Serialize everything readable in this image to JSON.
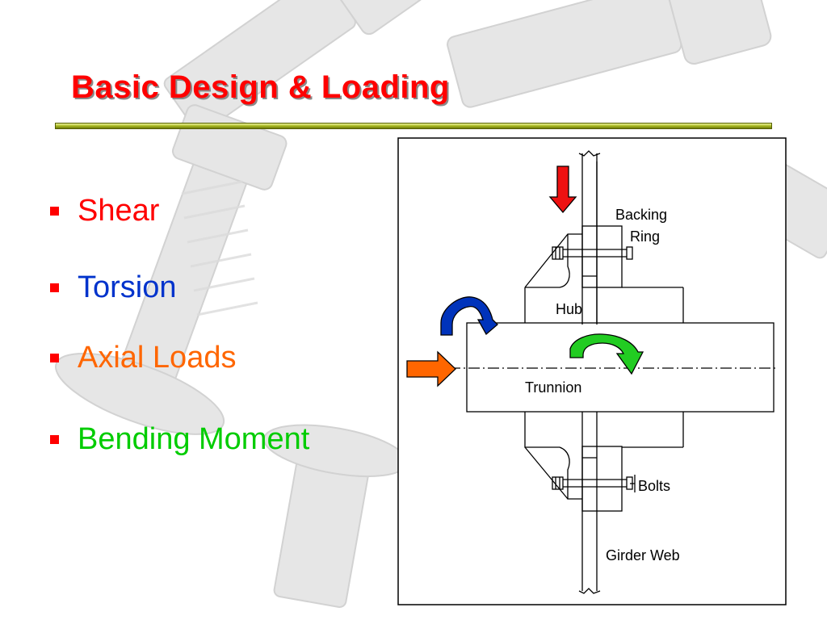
{
  "slide": {
    "title": "Basic Design & Loading"
  },
  "bullets": [
    {
      "text": "Shear",
      "color": "#ff0000"
    },
    {
      "text": "Torsion",
      "color": "#0033cc"
    },
    {
      "text": "Axial Loads",
      "color": "#ff6600"
    },
    {
      "text": "Bending Moment",
      "color": "#00cc00"
    }
  ],
  "diagram": {
    "labels": {
      "backing_ring_line1": "Backing",
      "backing_ring_line2": "Ring",
      "hub": "Hub",
      "trunnion": "Trunnion",
      "bolts": "Bolts",
      "girder_web": "Girder Web"
    },
    "arrow_colors": {
      "shear": "#ee1111",
      "torsion": "#0033bb",
      "axial": "#ff6600",
      "bending": "#22cc22"
    }
  }
}
